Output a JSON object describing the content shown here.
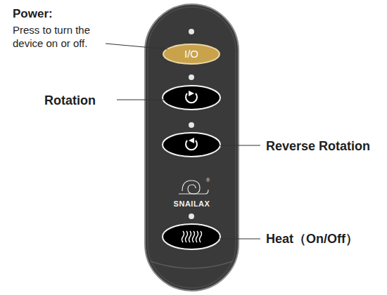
{
  "diagram": {
    "nodes": [
      {
        "text": [
          "SNAILAX"
        ]
      },
      {
        "text": [
          "I/O"
        ],
        "in": 0
      }
    ],
    "labels": [
      "Power:",
      "Press to turn the device on or off.",
      "Rotation",
      "Reverse Rotation",
      "Heat（On/Off）",
      "®"
    ]
  }
}
